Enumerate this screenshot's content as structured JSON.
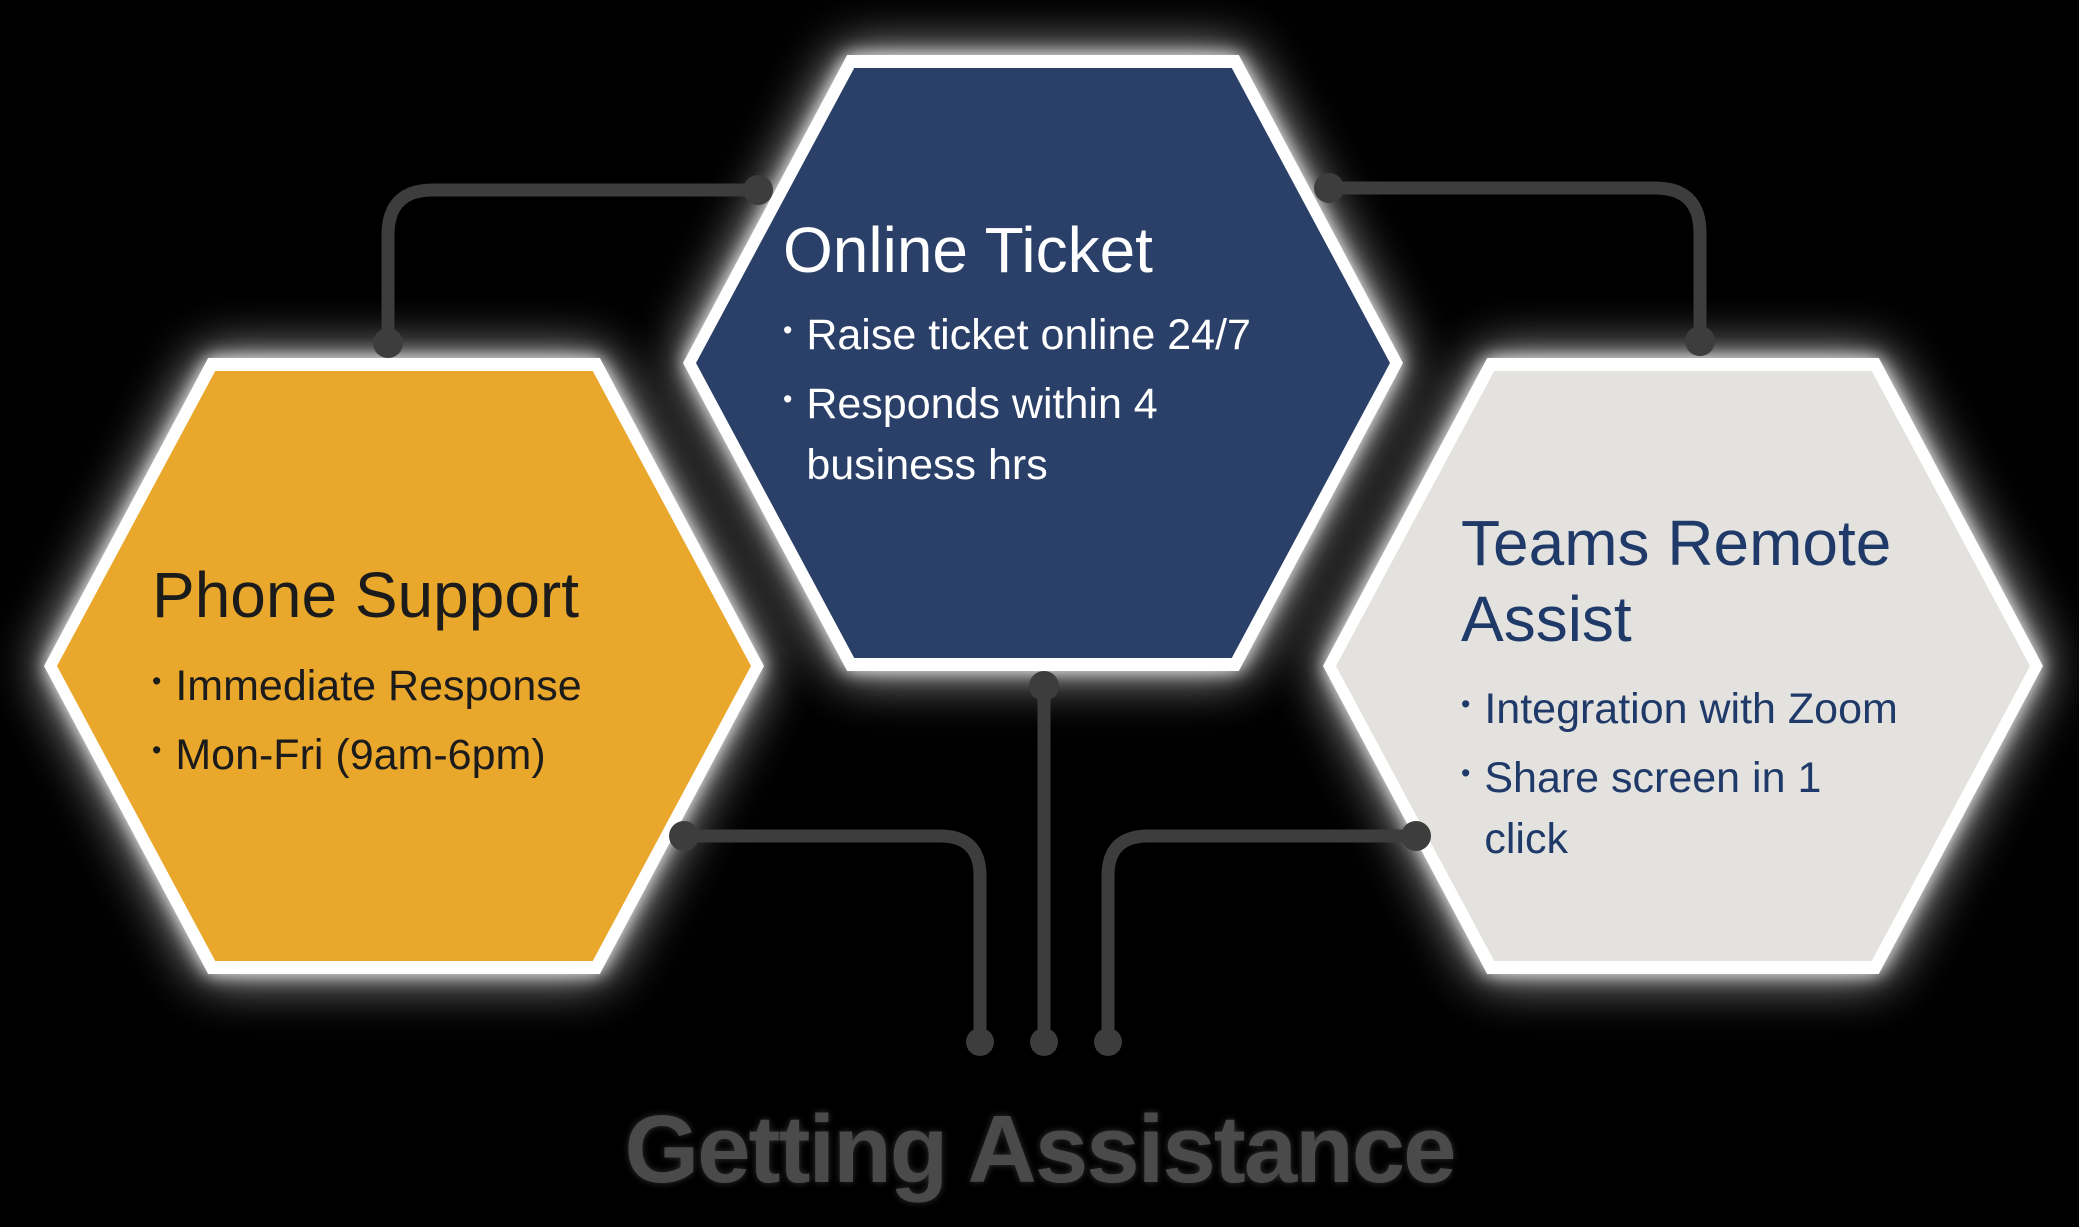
{
  "footer_title": "Getting Assistance",
  "bullet_glyph": "•",
  "colors": {
    "background": "#000000",
    "hex-border": "#FFFFFF",
    "connector": "#3D3D3D",
    "gold": "#E9A72B",
    "navy": "#2A4068",
    "lightgray": "#E3E2DF",
    "phone-text": "#1B1B1B",
    "ticket-text": "#FFFFFF",
    "teams-text": "#1F3A69",
    "footer-text": "#4A4A4A"
  },
  "hexagons": [
    {
      "id": "phone-support",
      "title": "Phone Support",
      "bullets": [
        "Immediate Response",
        "Mon-Fri (9am-6pm)"
      ]
    },
    {
      "id": "online-ticket",
      "title": "Online Ticket",
      "bullets": [
        "Raise ticket online 24/7",
        "Responds within 4\nbusiness hrs"
      ]
    },
    {
      "id": "teams-remote-assist",
      "title": "Teams Remote\nAssist",
      "bullets": [
        "Integration with Zoom",
        "Share screen in 1\nclick"
      ]
    }
  ]
}
